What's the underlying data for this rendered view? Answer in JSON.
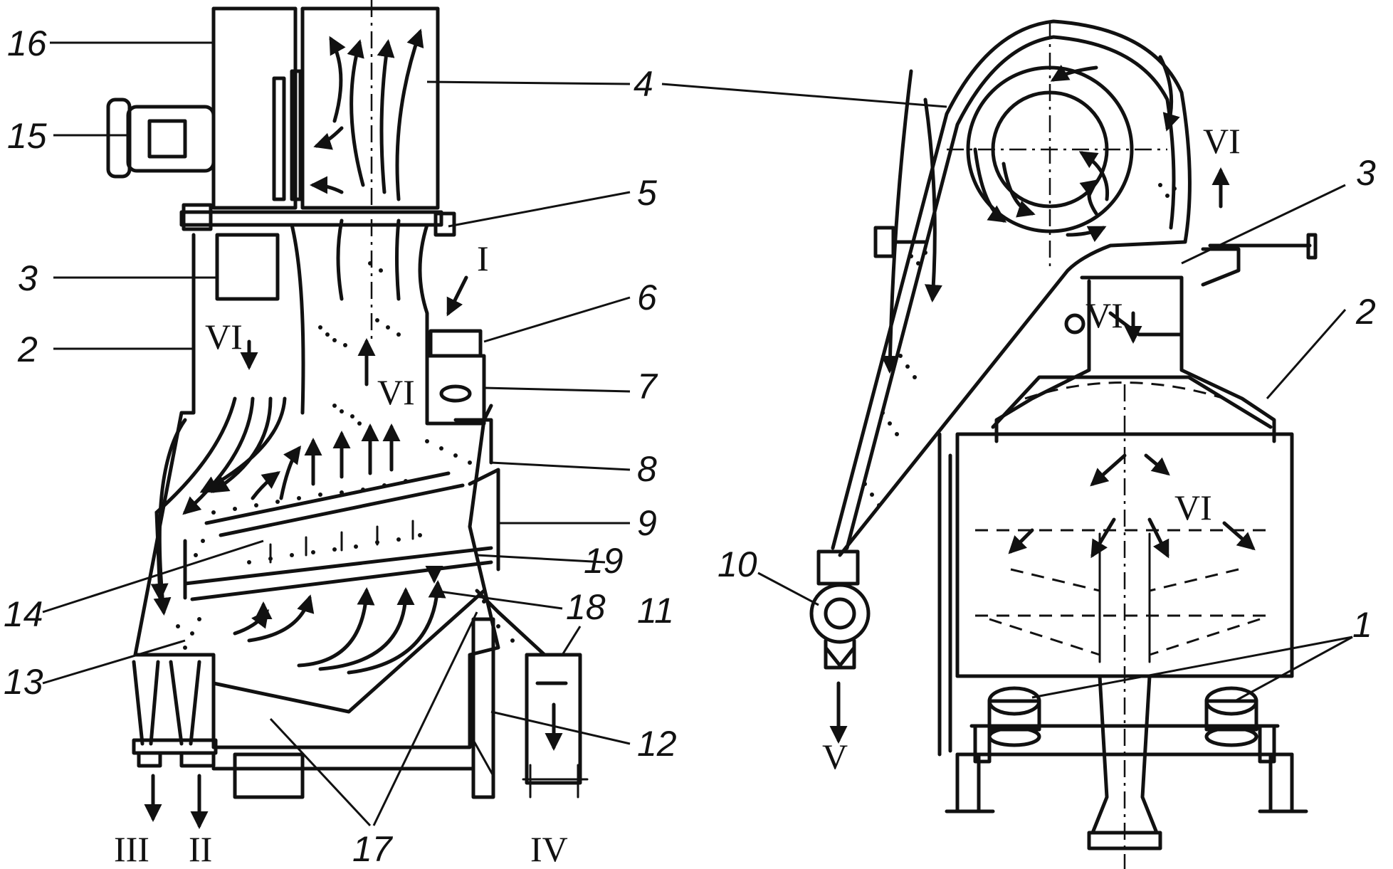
{
  "left_view": {
    "callouts": [
      "16",
      "15",
      "4",
      "5",
      "3",
      "6",
      "2",
      "7",
      "8",
      "9",
      "19",
      "14",
      "18",
      "11",
      "13",
      "12",
      "17"
    ],
    "flows": [
      "I",
      "VI",
      "III",
      "II",
      "IV"
    ]
  },
  "right_view": {
    "callouts": [
      "3",
      "2",
      "10",
      "1"
    ],
    "flows": [
      "VI",
      "V"
    ]
  },
  "icons": [
    "flow-arrow-icon",
    "dust-particles-icon",
    "motor-icon",
    "fan-housing-icon",
    "cyclone-icon"
  ]
}
